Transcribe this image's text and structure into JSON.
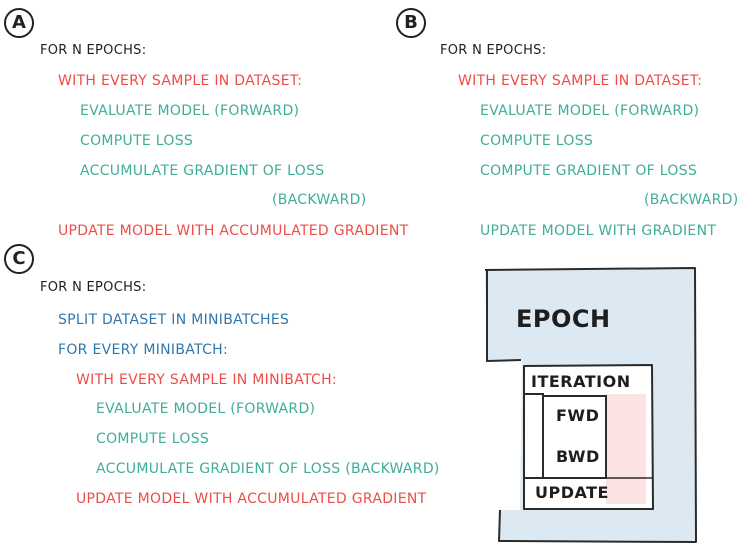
{
  "panel_a": {
    "badge": "A",
    "line1": "FOR N EPOCHS:",
    "line2": "WITH EVERY SAMPLE IN DATASET:",
    "line3": "EVALUATE MODEL (FORWARD)",
    "line4": "COMPUTE LOSS",
    "line5": "ACCUMULATE GRADIENT OF LOSS",
    "line6": "(BACKWARD)",
    "line7": "UPDATE MODEL WITH ACCUMULATED GRADIENT"
  },
  "panel_b": {
    "badge": "B",
    "line1": "FOR N EPOCHS:",
    "line2": "WITH EVERY SAMPLE IN DATASET:",
    "line3": "EVALUATE MODEL (FORWARD)",
    "line4": "COMPUTE LOSS",
    "line5": "COMPUTE GRADIENT OF LOSS",
    "line6": "(BACKWARD)",
    "line7": "UPDATE MODEL WITH GRADIENT"
  },
  "panel_c": {
    "badge": "C",
    "line1": "FOR N EPOCHS:",
    "line2": "SPLIT DATASET IN MINIBATCHES",
    "line3": "FOR EVERY MINIBATCH:",
    "line4": "WITH EVERY SAMPLE IN MINIBATCH:",
    "line5": "EVALUATE MODEL (FORWARD)",
    "line6": "COMPUTE LOSS",
    "line7": "ACCUMULATE GRADIENT OF LOSS (BACKWARD)",
    "line8": "UPDATE MODEL WITH ACCUMULATED GRADIENT"
  },
  "loop_diagram": {
    "epoch": "EPOCH",
    "iteration": "ITERATION",
    "fwd": "FWD",
    "bwd": "BWD",
    "update": "UPDATE"
  },
  "colors": {
    "keyword": "#1f1f1f",
    "red": "#ee4d47",
    "green": "#3fae98",
    "blue": "#2f78ad",
    "epoch_fill": "#dde9f2",
    "iteration_fill": "#fbe3e3"
  }
}
